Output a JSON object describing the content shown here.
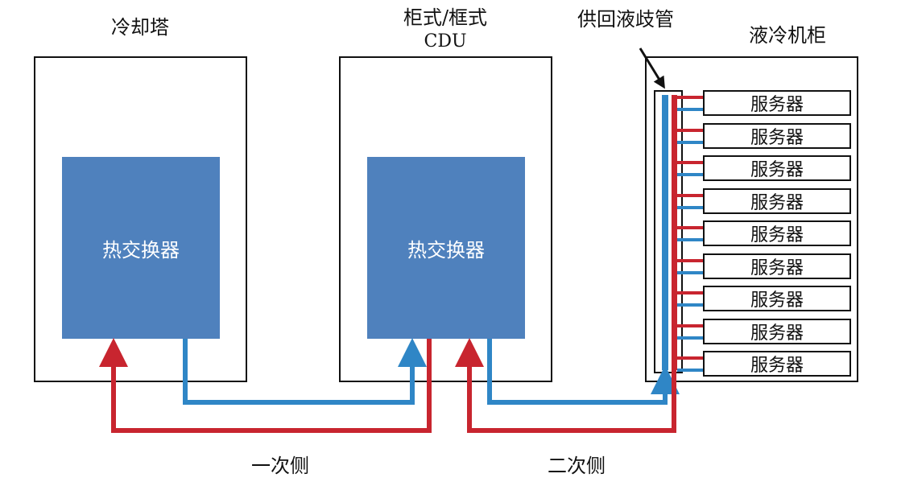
{
  "labels": {
    "cooling_tower": "冷却塔",
    "cdu_line1": "柜式/框式",
    "cdu_line2": "CDU",
    "manifold": "供回液歧管",
    "rack": "液冷机柜",
    "primary_side": "一次侧",
    "secondary_side": "二次侧"
  },
  "heat_exchanger_label": "热交换器",
  "servers": [
    "服务器",
    "服务器",
    "服务器",
    "服务器",
    "服务器",
    "服务器",
    "服务器",
    "服务器",
    "服务器"
  ],
  "colors": {
    "hot": "#c8252f",
    "cold": "#2f86c6",
    "hx_fill": "#4f81bd"
  }
}
